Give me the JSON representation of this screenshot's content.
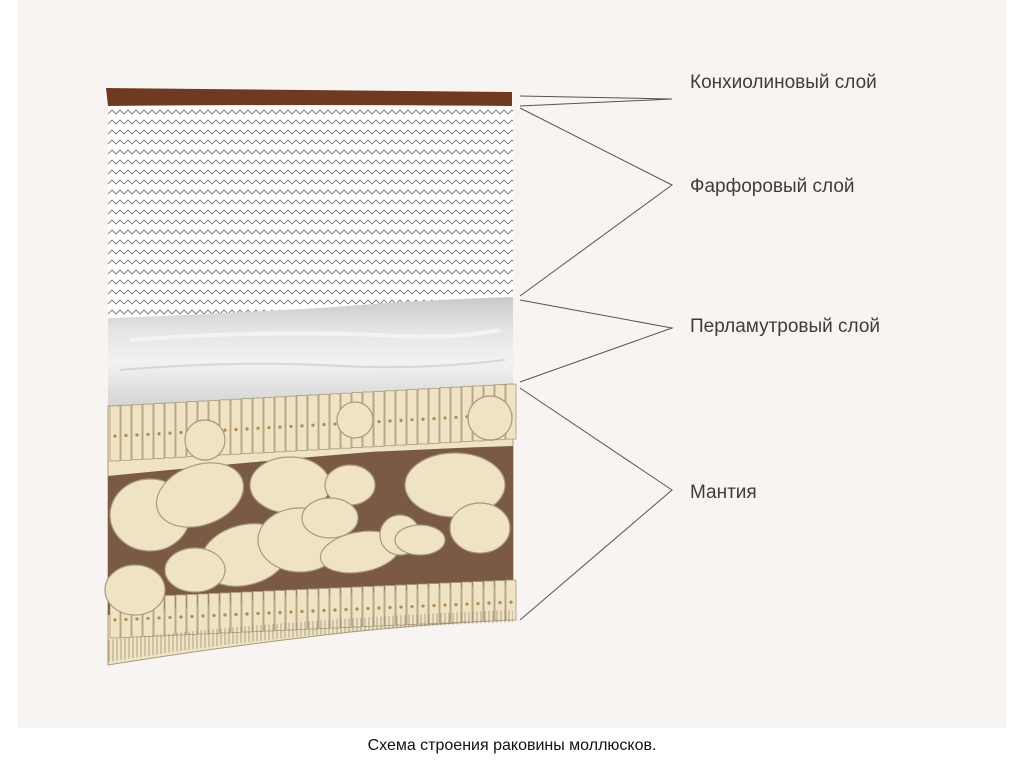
{
  "labels": {
    "conchiolin": "Конхиолиновый слой",
    "porcelain": "Фарфоровый слой",
    "nacre": "Перламутровый слой",
    "mantle": "Мантия"
  },
  "caption": "Схема строения раковины моллюсков.",
  "colors": {
    "conchiolin": "#6e3a22",
    "porcelain_bg": "#ffffff",
    "zigzag_stroke": "#777777",
    "nacre": "#dcdcdc",
    "mantle_cells": "#efe3c4",
    "mantle_dark": "#7a5a44",
    "cell_outline": "#a89a7a",
    "leader_line": "#555555"
  }
}
